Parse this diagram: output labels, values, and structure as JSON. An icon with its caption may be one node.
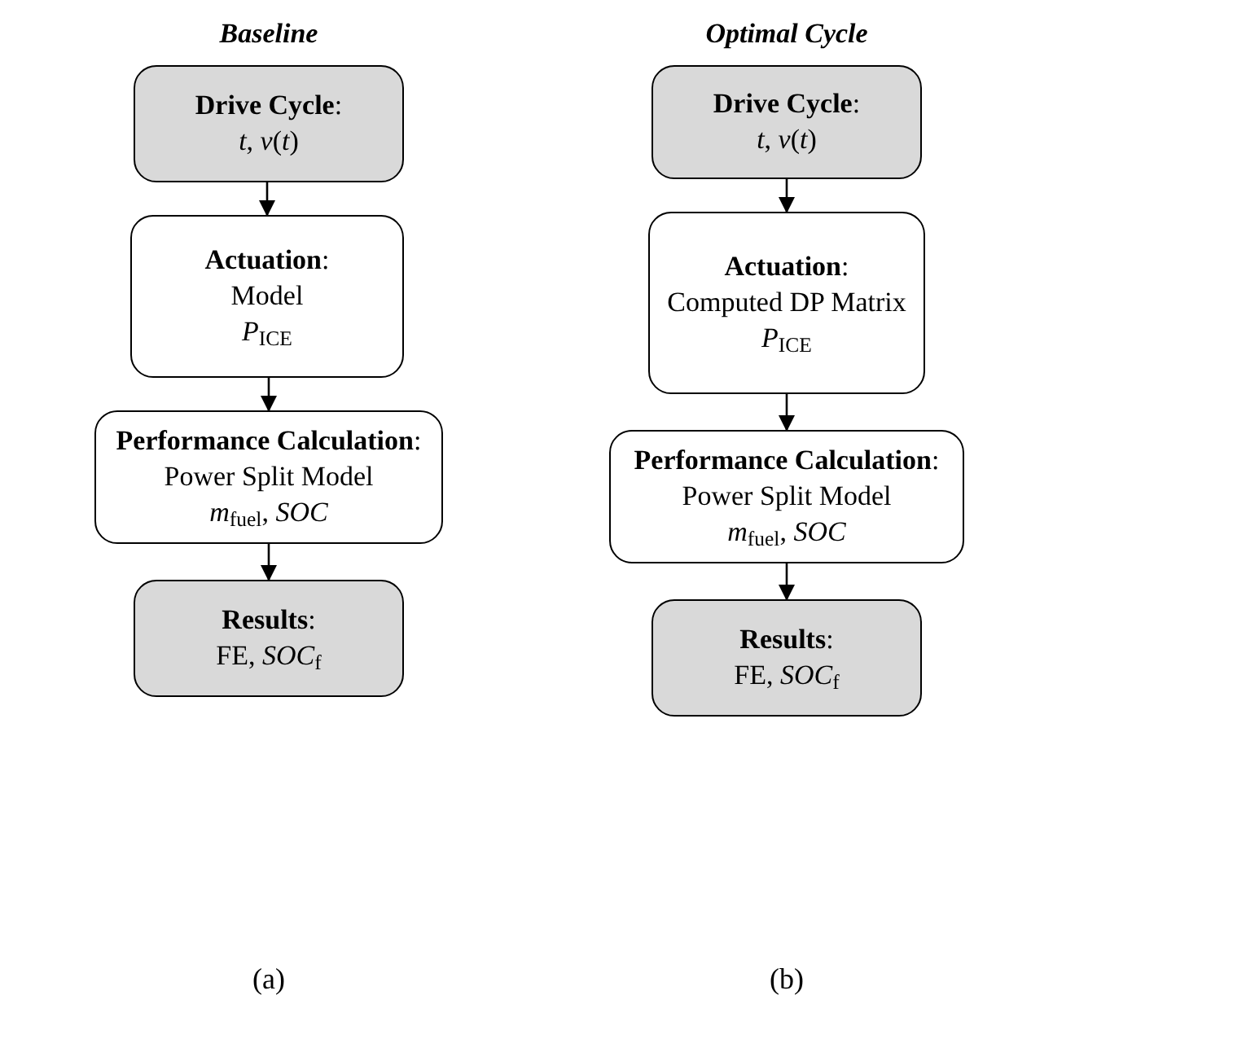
{
  "diagram": {
    "nodes": [
      {
        "text": [
          "**Drive Cycle**:",
          "*t*, *v*(*t*)"
        ]
      },
      {
        "text": [
          "**Actuation**:",
          "Model",
          "*P*$_{ICE}$"
        ]
      },
      {
        "text": [
          "**Performance Calculation**:",
          "Power Split Model",
          "*m*$_{fuel}$, *SOC*"
        ]
      },
      {
        "text": [
          "**Results**:",
          "FE, *SOC*$_{f}$"
        ]
      },
      {
        "text": [
          "**Drive Cycle**:",
          "*t*, *v*(*t*)"
        ]
      },
      {
        "text": [
          "**Actuation**:",
          "Computed DP Matrix",
          "*P*$_{ICE}$"
        ]
      },
      {
        "text": [
          "**Performance Calculation**:",
          "Power Split Model",
          "*m*$_{fuel}$, *SOC*"
        ]
      },
      {
        "text": [
          "**Results**:",
          "FE, *SOC*$_{f}$"
        ]
      }
    ],
    "edges": [
      {
        "from": 0,
        "to": 1,
        "arrow": "to"
      },
      {
        "from": 1,
        "to": 2,
        "arrow": "to"
      },
      {
        "from": 2,
        "to": 3,
        "arrow": "to"
      },
      {
        "from": 4,
        "to": 5,
        "arrow": "to"
      },
      {
        "from": 5,
        "to": 6,
        "arrow": "to"
      },
      {
        "from": 6,
        "to": 7,
        "arrow": "to"
      }
    ],
    "labels": [
      "Baseline",
      "Optimal Cycle",
      "(a)",
      "(b)"
    ]
  }
}
